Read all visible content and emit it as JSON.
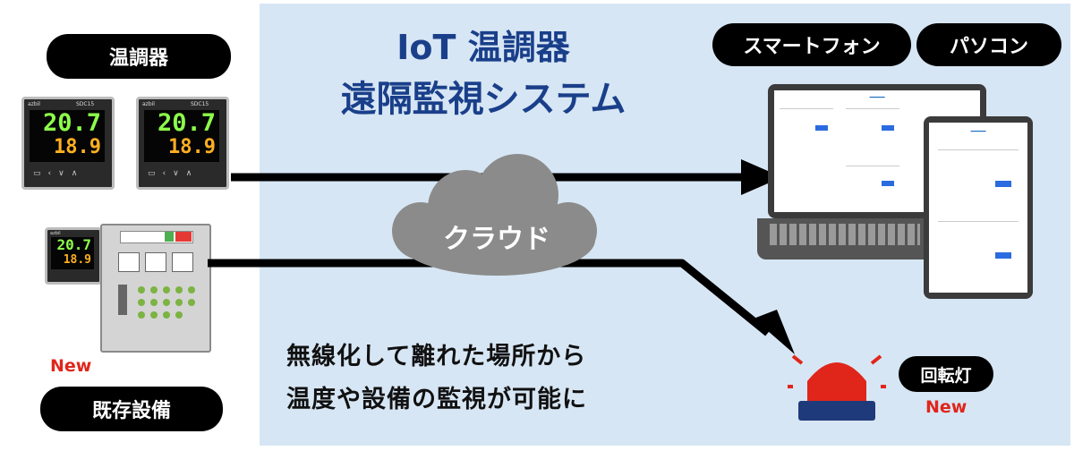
{
  "title": {
    "line1": "IoT 温調器",
    "line2": "遠隔監視システム"
  },
  "left": {
    "controller_label": "温調器",
    "existing_label": "既存設備",
    "new_tag": "New",
    "controllers": [
      {
        "brand": "azbil",
        "model": "SDC15",
        "pv": "20.7",
        "sv": "18.9"
      },
      {
        "brand": "azbil",
        "model": "SDC15",
        "pv": "20.7",
        "sv": "18.9"
      },
      {
        "brand": "azbil",
        "model": "",
        "pv": "20.7",
        "sv": "18.9"
      }
    ]
  },
  "cloud_label": "クラウド",
  "devices": {
    "smartphone_label": "スマートフォン",
    "pc_label": "パソコン"
  },
  "caption": {
    "line1": "無線化して離れた場所から",
    "line2": "温度や設備の監視が可能に"
  },
  "alarm": {
    "label": "回転灯",
    "new_tag": "New"
  },
  "colors": {
    "panel": "#d7e6f4",
    "title": "#1a3f8a",
    "new": "#e0261b",
    "lamp": "#e0261b"
  }
}
